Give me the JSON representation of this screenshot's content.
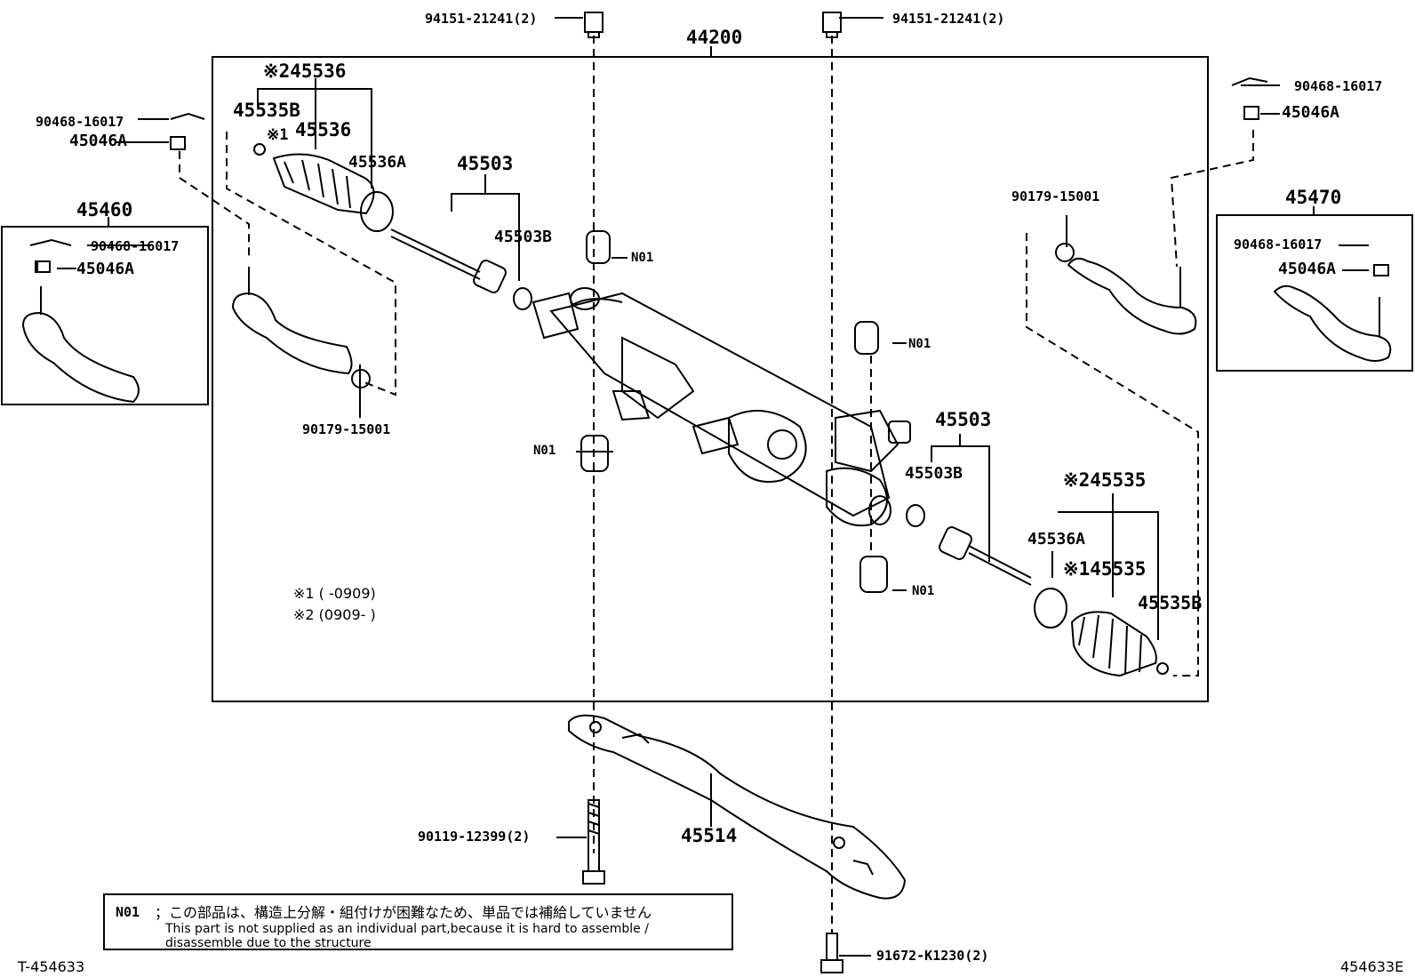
{
  "labels": {
    "assy": "44200",
    "bolt_top": "94151-21241(2)",
    "pin": "90468-16017",
    "nut": "45046A",
    "end_l": "45460",
    "end_r": "45470",
    "boot_a": "※245536",
    "boot_b": "45536",
    "boot_clamp_a": "45536A",
    "boot_clamp_b": "45535B",
    "rack_end": "45503",
    "washer": "45503B",
    "lock_nut": "90179-15001",
    "n01": "N01",
    "boot_r_a": "※245535",
    "boot_r_b": "※145535",
    "mark1": "※1",
    "crossmember": "45514",
    "bolt_bottom": "90119-12399(2)",
    "bolt_bottom_r": "91672-K1230(2)"
  },
  "notes": {
    "n1": "※1 (      -0909)",
    "n2": "※2 (0909-      )"
  },
  "legend": {
    "code": "N01",
    "jp": "；この部品は、構造上分解・組付けが困難なため、単品では補給していません",
    "en1": "This part is not supplied as an individual part,because it is hard to assemble /",
    "en2": "disassemble due to the structure"
  },
  "footer": {
    "left": "T-454633",
    "right": "454633E"
  }
}
